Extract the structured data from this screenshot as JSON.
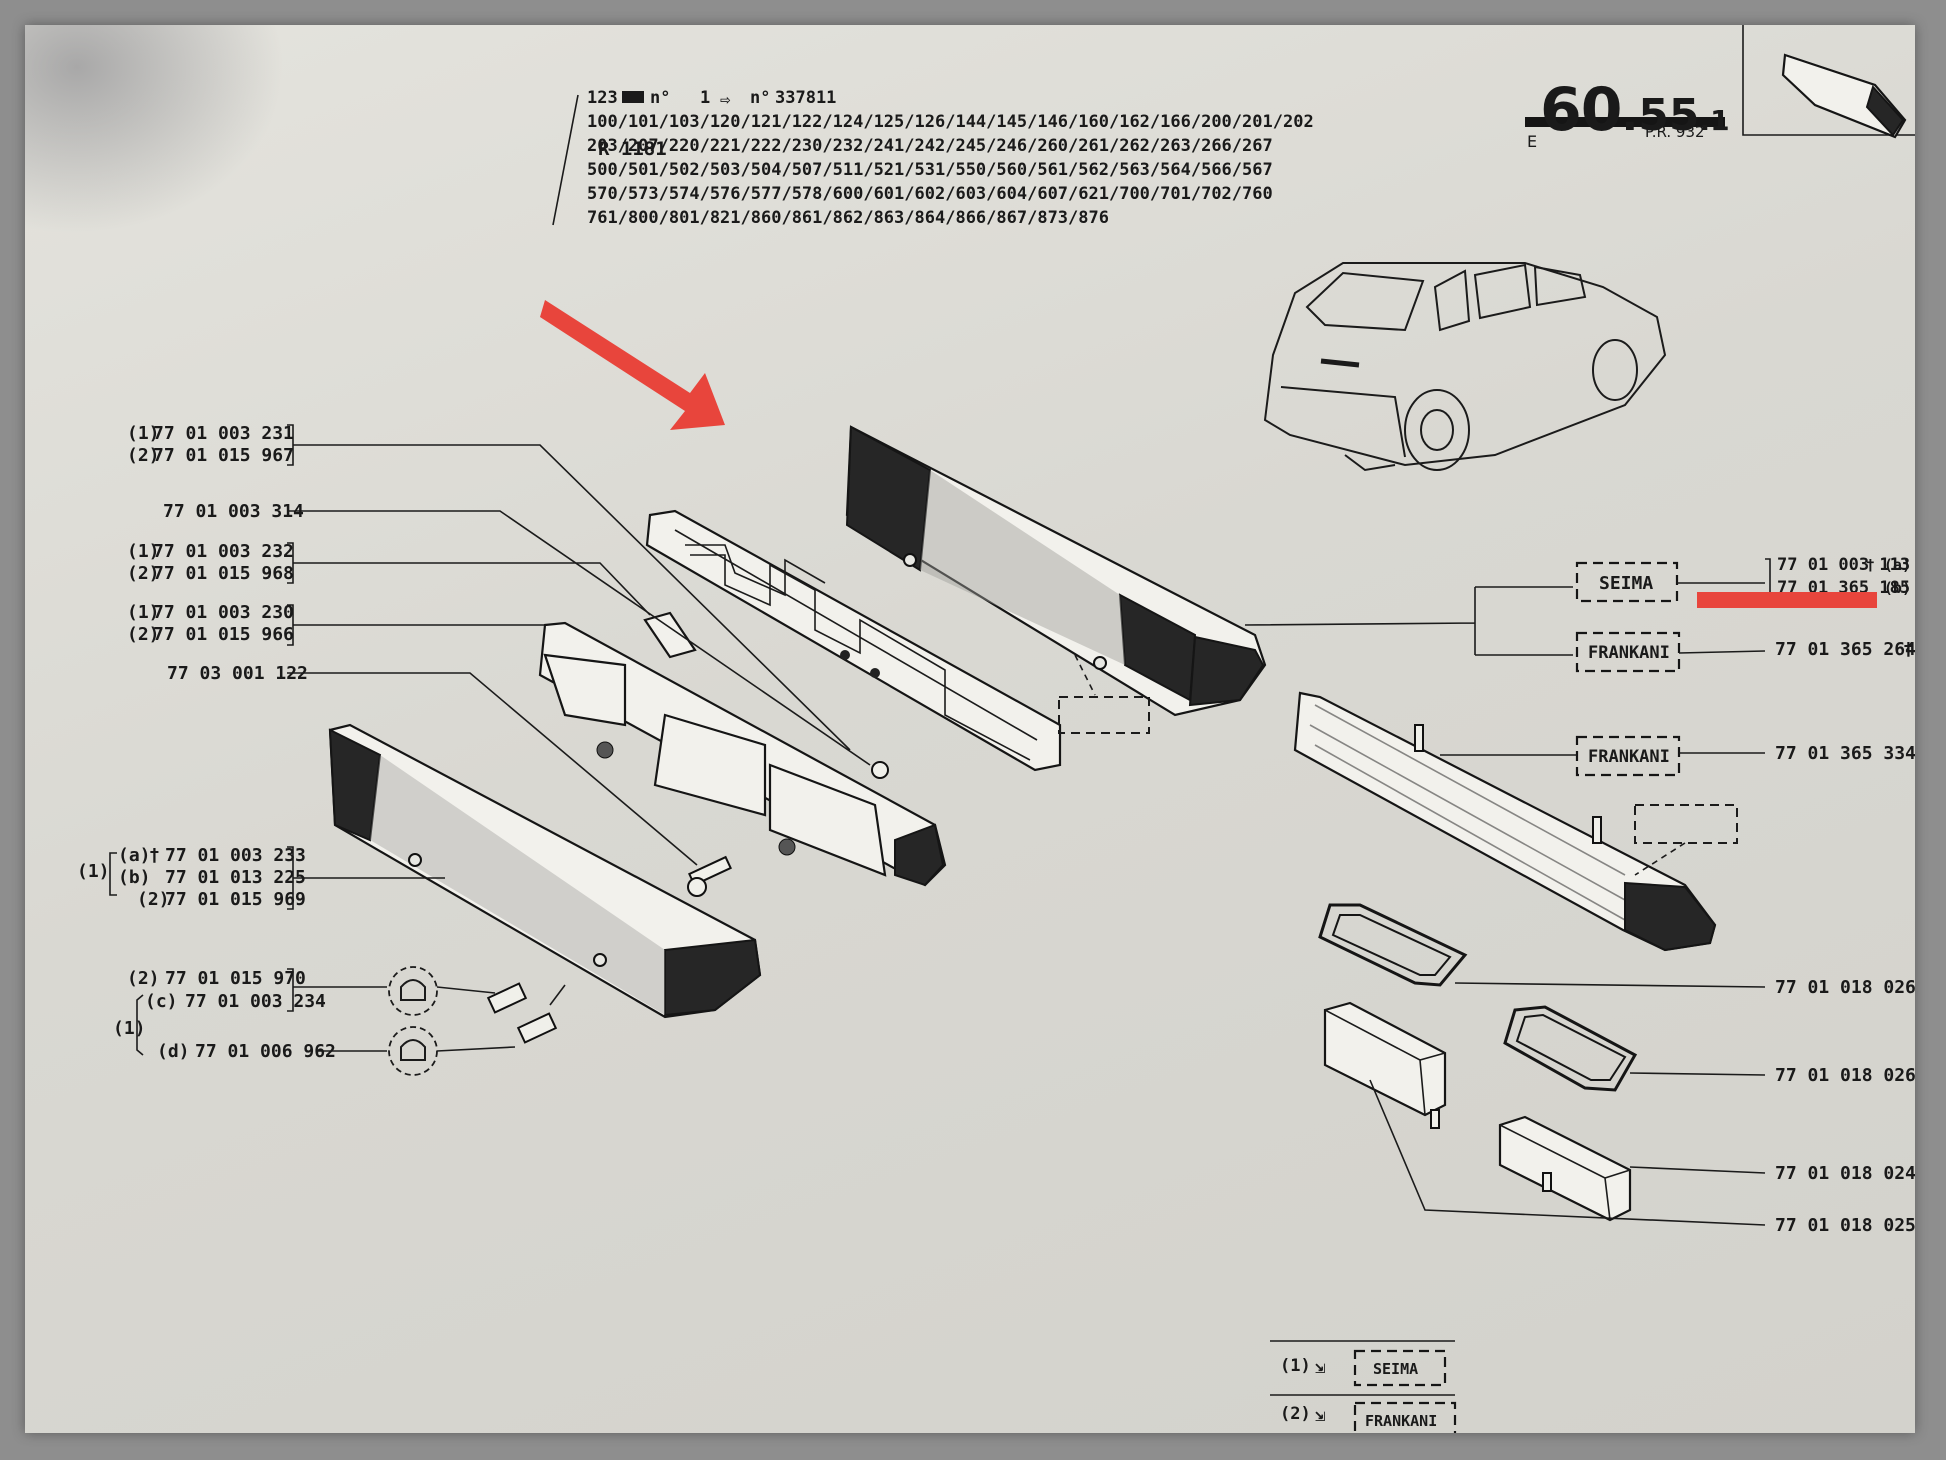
{
  "page": {
    "number_main": "60",
    "number_sub": ".55",
    "number_suffix": ".1",
    "edition": "E",
    "pr": "P.R. 932",
    "model_code": "R 1181"
  },
  "applicability": {
    "line1_a": "123",
    "line1_b": "n°",
    "line1_c": "1",
    "line1_d": "n°",
    "line1_e": "337811",
    "lines": [
      "100/101/103/120/121/122/124/125/126/144/145/146/160/162/166/200/201/202",
      "203/207/220/221/222/230/232/241/242/245/246/260/261/262/263/266/267",
      "500/501/502/503/504/507/511/521/531/550/560/561/562/563/564/566/567",
      "570/573/574/576/577/578/600/601/602/603/604/607/621/700/701/702/760",
      "761/800/801/821/860/861/862/863/864/866/867/873/876"
    ]
  },
  "left_parts": [
    {
      "rows": [
        {
          "tag": "(1)",
          "num": "77 01 003 231"
        },
        {
          "tag": "(2)",
          "num": "77 01 015 967"
        }
      ]
    },
    {
      "rows": [
        {
          "tag": "",
          "num": "77 01 003 314"
        }
      ]
    },
    {
      "rows": [
        {
          "tag": "(1)",
          "num": "77 01 003 232"
        },
        {
          "tag": "(2)",
          "num": "77 01 015 968"
        }
      ]
    },
    {
      "rows": [
        {
          "tag": "(1)",
          "num": "77 01 003 230"
        },
        {
          "tag": "(2)",
          "num": "77 01 015 966"
        }
      ]
    },
    {
      "rows": [
        {
          "tag": "",
          "num": "77 03 001 122"
        }
      ]
    }
  ],
  "lens_group": {
    "outer_tag": "(1)",
    "rows": [
      {
        "tag": "(a)",
        "dagger": "†",
        "num": "77 01 003 233"
      },
      {
        "tag": "(b)",
        "dagger": "",
        "num": "77 01 013 225"
      },
      {
        "tag": "(2)",
        "dagger": "",
        "num": "77 01 015 969"
      }
    ]
  },
  "bulb_group": {
    "outer_tag": "(1)",
    "rows": [
      {
        "tag": "(2)",
        "num": "77 01 015 970"
      },
      {
        "tag": "(c)",
        "num": "77 01 003 234"
      },
      {
        "tag": "(d)",
        "num": "77 01 006 962"
      }
    ]
  },
  "right_parts": {
    "seima_label": "SEIMA",
    "seima_rows": [
      {
        "num": "77 01 003 113",
        "mark": "† (a)"
      },
      {
        "num": "77 01 365 185",
        "mark": "(b)"
      }
    ],
    "frankani_label": "FRANKANI",
    "frankani_num": "77 01 365 264",
    "frankani_mark": "†",
    "frankani2_label": "FRANKANI",
    "frankani2_num": "77 01 365 334",
    "gasket1": "77 01 018 026",
    "gasket2": "77 01 018 026",
    "box1": "77 01 018 024",
    "box2": "77 01 018 025"
  },
  "legend": [
    {
      "tag": "(1)",
      "label": "SEIMA"
    },
    {
      "tag": "(2)",
      "label": "FRANKANI"
    }
  ],
  "annotations": {
    "arrow_color": "#e8453c",
    "bar_color": "#e8453c"
  }
}
